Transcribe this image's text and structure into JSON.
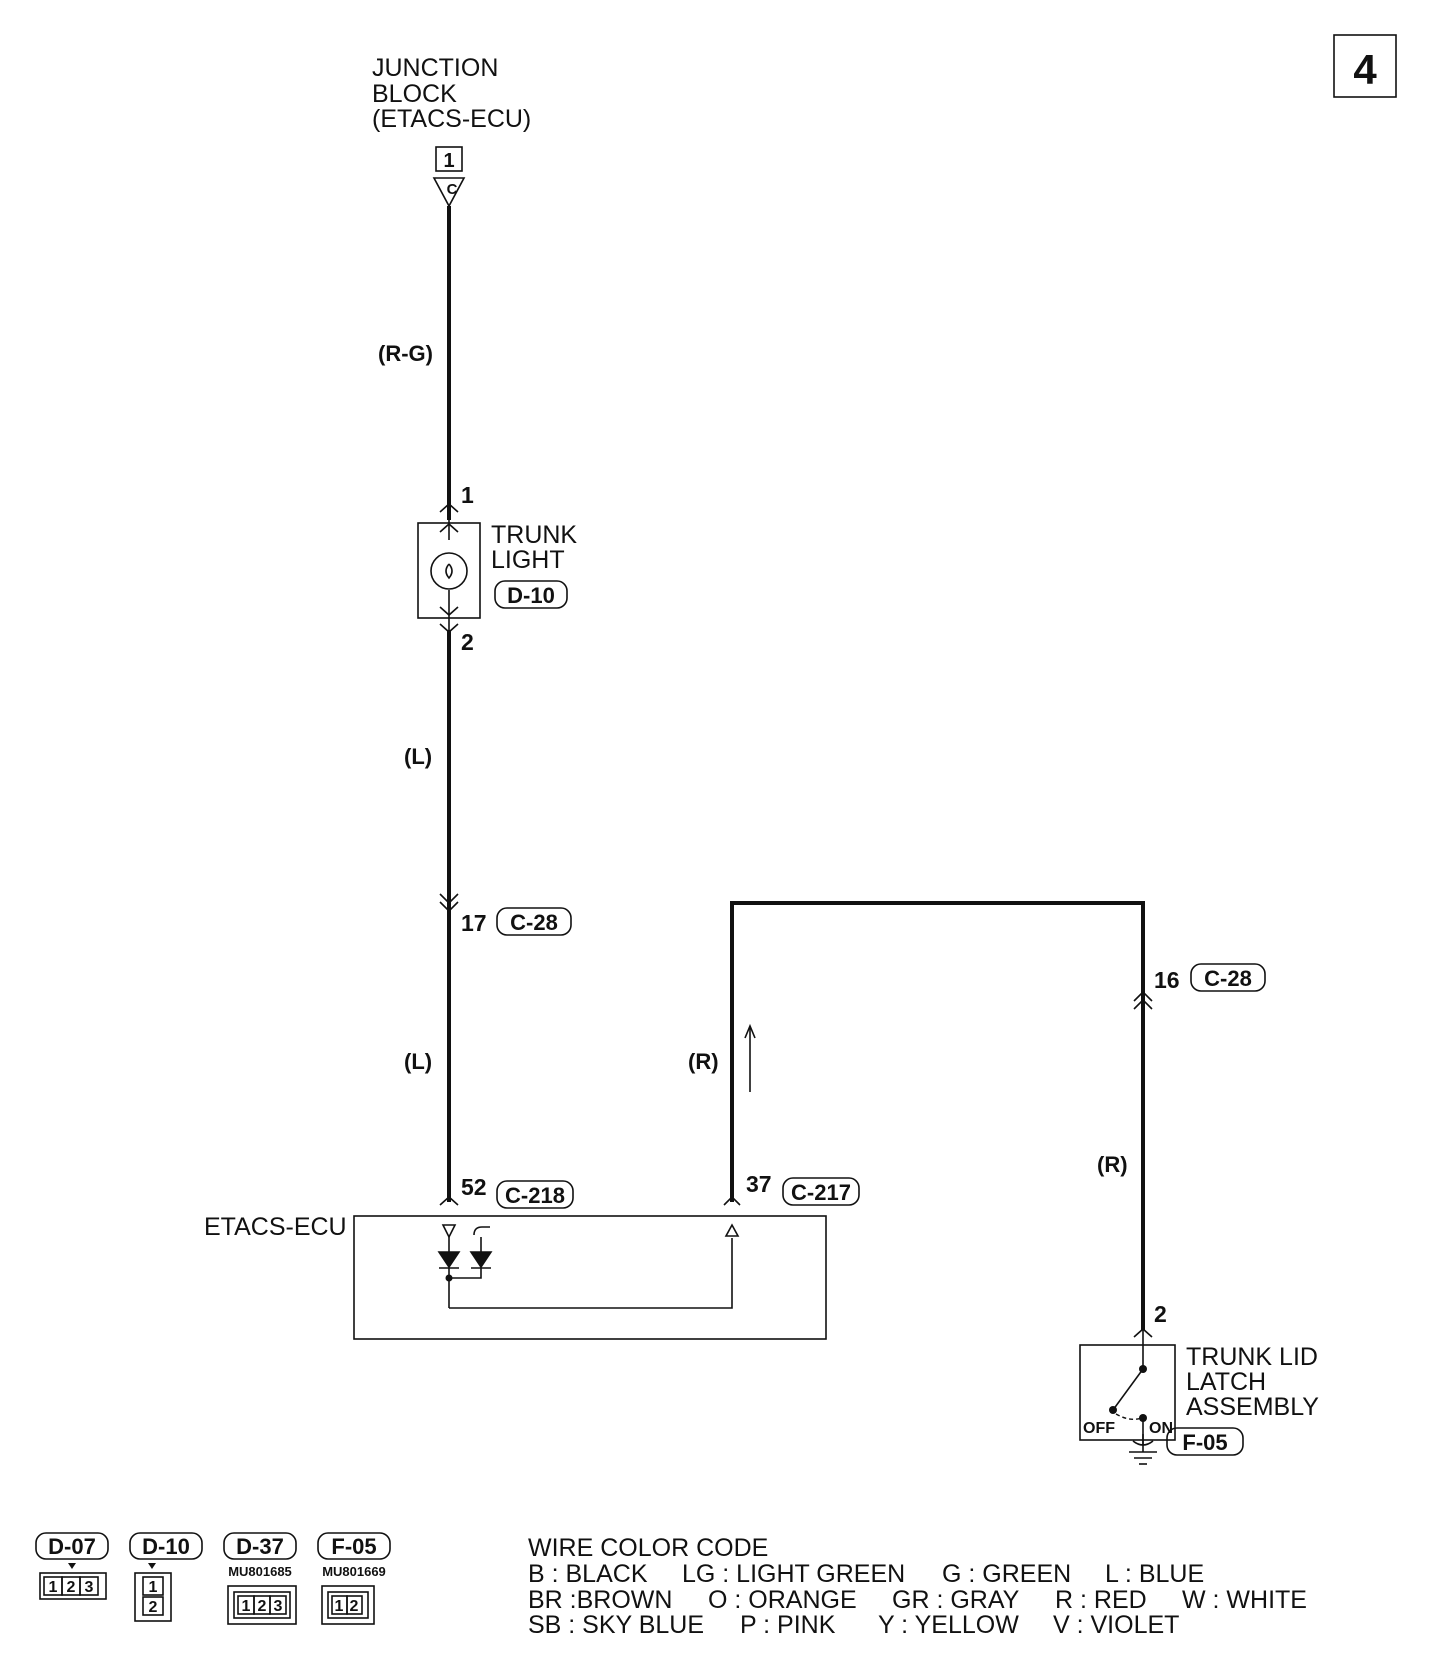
{
  "page_number": "4",
  "junction_block": {
    "label_lines": [
      "JUNCTION",
      "BLOCK",
      "(ETACS-ECU)"
    ],
    "connector_num": "1",
    "pin_letter": "C"
  },
  "wires": {
    "top": "(R-G)",
    "mid_upper": "(L)",
    "mid_lower": "(L)",
    "ecu_out": "(R)",
    "latch": "(R)"
  },
  "trunk_light": {
    "label_lines": [
      "TRUNK",
      "LIGHT"
    ],
    "connector": "D-10",
    "pin_top": "1",
    "pin_bottom": "2"
  },
  "joint_c28_left": {
    "pin": "17",
    "connector": "C-28"
  },
  "joint_c28_right": {
    "pin": "16",
    "connector": "C-28"
  },
  "ecu": {
    "label": "ETACS-ECU",
    "pin_left": "52",
    "connector_left": "C-218",
    "pin_right": "37",
    "connector_right": "C-217"
  },
  "latch": {
    "label_lines": [
      "TRUNK LID",
      "LATCH",
      "ASSEMBLY"
    ],
    "connector": "F-05",
    "pin": "2",
    "off": "OFF",
    "on": "ON"
  },
  "connector_legend": [
    {
      "name": "D-07",
      "part": "",
      "pins": [
        "1",
        "2",
        "3"
      ]
    },
    {
      "name": "D-10",
      "part": "",
      "pins": [
        "1",
        "2"
      ]
    },
    {
      "name": "D-37",
      "part": "MU801685",
      "pins": [
        "1",
        "2",
        "3"
      ]
    },
    {
      "name": "F-05",
      "part": "MU801669",
      "pins": [
        "1",
        "2"
      ]
    }
  ],
  "wire_color_code": {
    "title": "WIRE COLOR CODE",
    "rows": [
      [
        "B : BLACK",
        "LG : LIGHT GREEN",
        "G : GREEN",
        "L : BLUE"
      ],
      [
        "BR :BROWN",
        "O : ORANGE",
        "GR : GRAY",
        "R : RED",
        "W : WHITE"
      ],
      [
        "SB : SKY BLUE",
        "P : PINK",
        "Y : YELLOW",
        "V : VIOLET"
      ]
    ]
  }
}
